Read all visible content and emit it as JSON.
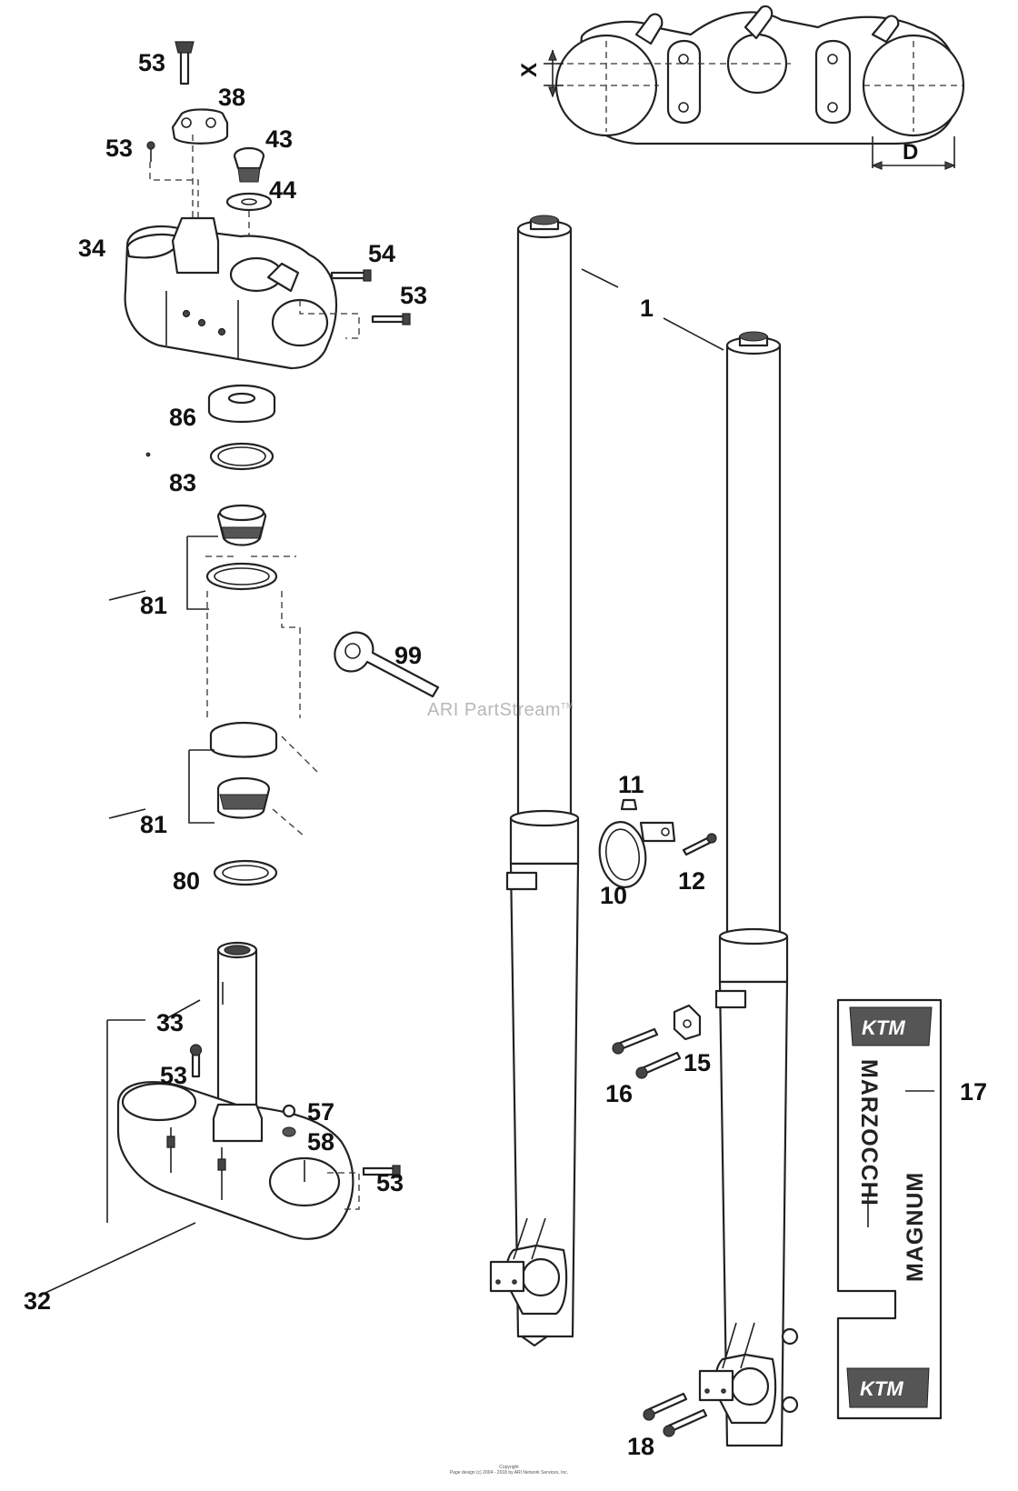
{
  "watermark": {
    "text": "ARI PartStream",
    "tm": "TM"
  },
  "copyright": {
    "line1": "Copyright",
    "line2": "Page design (c) 2004 - 2018 by ARI Network Services, Inc."
  },
  "dimensions": {
    "x_label": "X",
    "d_label": "D"
  },
  "decal": {
    "text1": "MARZOCCHI",
    "text2": "MAGNUM",
    "logo": "KTM"
  },
  "callouts": [
    {
      "id": "c53a",
      "text": "53"
    },
    {
      "id": "c38",
      "text": "38"
    },
    {
      "id": "c53b",
      "text": "53"
    },
    {
      "id": "c43",
      "text": "43"
    },
    {
      "id": "c44",
      "text": "44"
    },
    {
      "id": "c34",
      "text": "34"
    },
    {
      "id": "c54",
      "text": "54"
    },
    {
      "id": "c53c",
      "text": "53"
    },
    {
      "id": "c1",
      "text": "1"
    },
    {
      "id": "c86",
      "text": "86"
    },
    {
      "id": "c83",
      "text": "83"
    },
    {
      "id": "c81a",
      "text": "81"
    },
    {
      "id": "c99",
      "text": "99"
    },
    {
      "id": "c81b",
      "text": "81"
    },
    {
      "id": "c80",
      "text": "80"
    },
    {
      "id": "c11",
      "text": "11"
    },
    {
      "id": "c10",
      "text": "10"
    },
    {
      "id": "c12",
      "text": "12"
    },
    {
      "id": "c33",
      "text": "33"
    },
    {
      "id": "c53d",
      "text": "53"
    },
    {
      "id": "c57",
      "text": "57"
    },
    {
      "id": "c58",
      "text": "58"
    },
    {
      "id": "c53e",
      "text": "53"
    },
    {
      "id": "c32",
      "text": "32"
    },
    {
      "id": "c15",
      "text": "15"
    },
    {
      "id": "c16",
      "text": "16"
    },
    {
      "id": "c17",
      "text": "17"
    },
    {
      "id": "c18",
      "text": "18"
    }
  ]
}
